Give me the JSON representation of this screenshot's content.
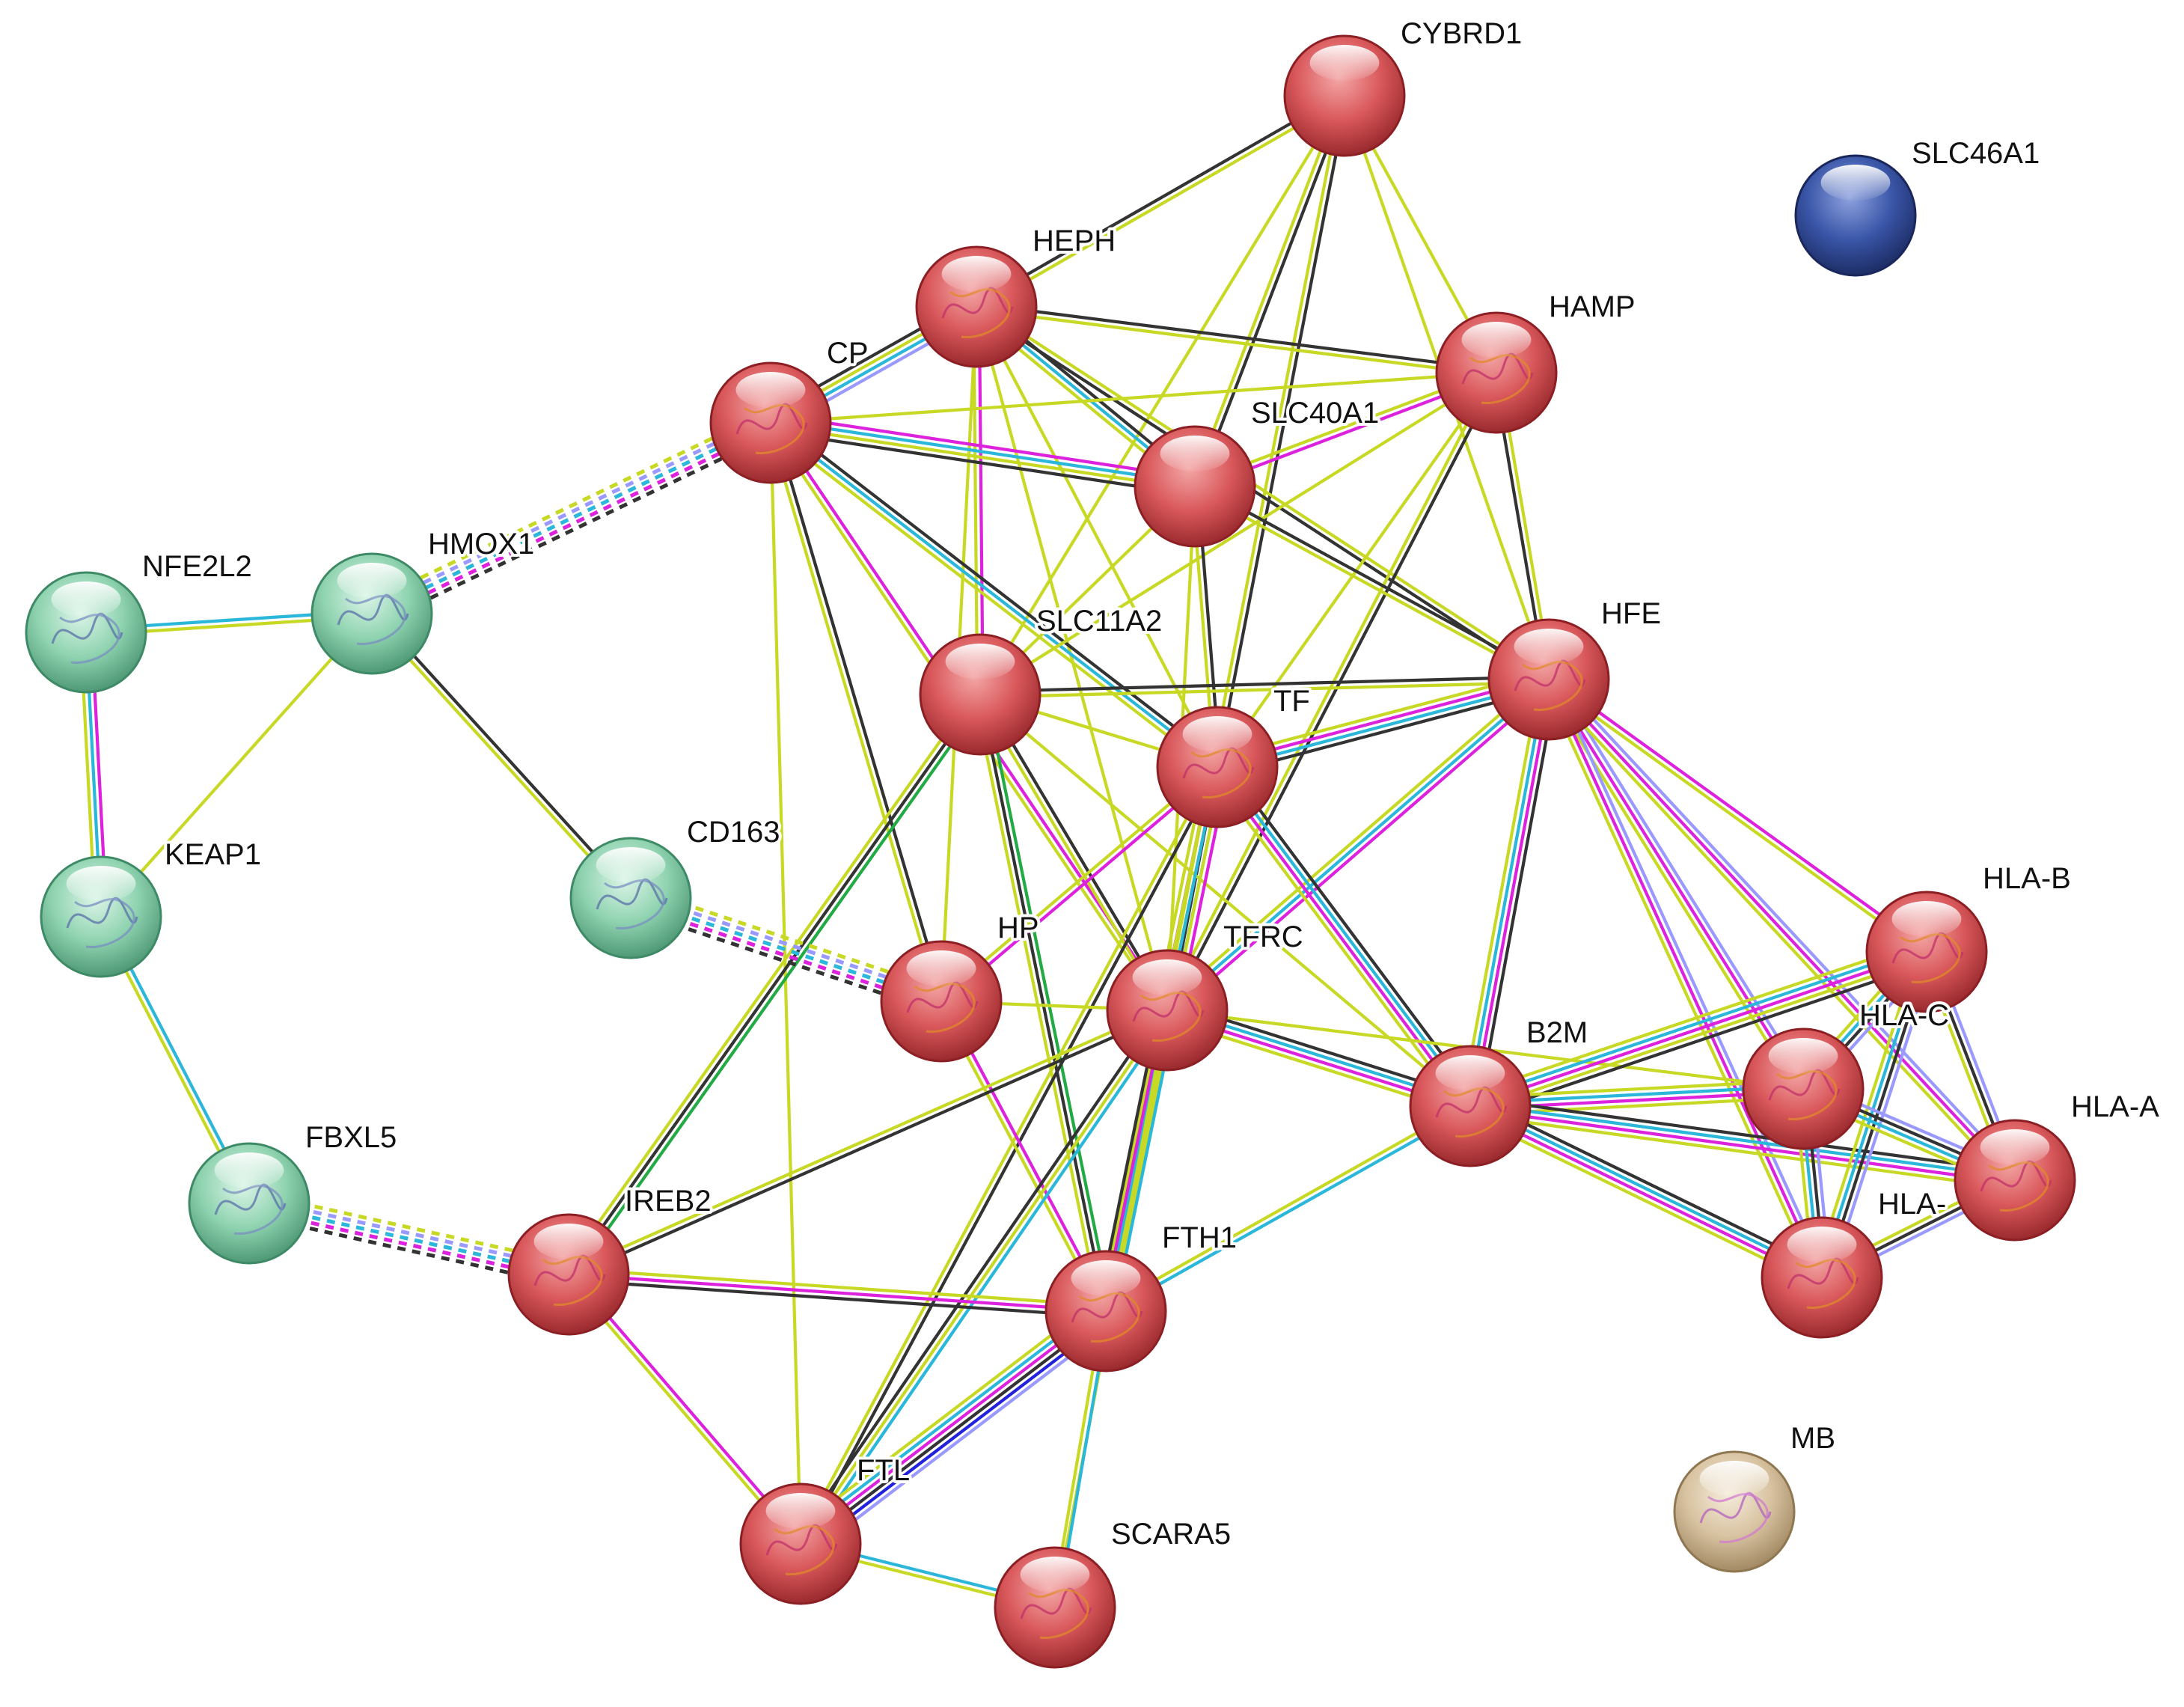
{
  "network": {
    "cluster_colors": {
      "red": "#d9585b",
      "green": "#8fd3b0",
      "blue": "#2e4690",
      "tan": "#d8c3a1"
    },
    "edge_colors": {
      "textmining": "#c7d925",
      "coexpression": "#333333",
      "experiments": "#dd22dd",
      "databases": "#2ab7d9",
      "homology": "#9999ff",
      "gene_fusion": "#2222dd",
      "neighborhood": "#22aa44"
    },
    "nodes": [
      {
        "id": "CYBRD1",
        "label": "CYBRD1",
        "color": "red",
        "structure": false
      },
      {
        "id": "SLC46A1",
        "label": "SLC46A1",
        "color": "blue",
        "structure": false
      },
      {
        "id": "HEPH",
        "label": "HEPH",
        "color": "red",
        "structure": true
      },
      {
        "id": "HAMP",
        "label": "HAMP",
        "color": "red",
        "structure": true
      },
      {
        "id": "CP",
        "label": "CP",
        "color": "red",
        "structure": true
      },
      {
        "id": "SLC40A1",
        "label": "SLC40A1",
        "color": "red",
        "structure": false
      },
      {
        "id": "NFE2L2",
        "label": "NFE2L2",
        "color": "green",
        "structure": true
      },
      {
        "id": "HMOX1",
        "label": "HMOX1",
        "color": "green",
        "structure": true
      },
      {
        "id": "HFE",
        "label": "HFE",
        "color": "red",
        "structure": true
      },
      {
        "id": "SLC11A2",
        "label": "SLC11A2",
        "color": "red",
        "structure": false
      },
      {
        "id": "TF",
        "label": "TF",
        "color": "red",
        "structure": true
      },
      {
        "id": "KEAP1",
        "label": "KEAP1",
        "color": "green",
        "structure": true
      },
      {
        "id": "CD163",
        "label": "CD163",
        "color": "green",
        "structure": true
      },
      {
        "id": "HLA-B",
        "label": "HLA-B",
        "color": "red",
        "structure": true
      },
      {
        "id": "HP",
        "label": "HP",
        "color": "red",
        "structure": true
      },
      {
        "id": "TFRC",
        "label": "TFRC",
        "color": "red",
        "structure": true
      },
      {
        "id": "HLA-C",
        "label": "HLA-C",
        "color": "red",
        "structure": true
      },
      {
        "id": "B2M",
        "label": "B2M",
        "color": "red",
        "structure": true
      },
      {
        "id": "HLA-A",
        "label": "HLA-A",
        "color": "red",
        "structure": true
      },
      {
        "id": "FBXL5",
        "label": "FBXL5",
        "color": "green",
        "structure": true
      },
      {
        "id": "IREB2",
        "label": "IREB2",
        "color": "red",
        "structure": true
      },
      {
        "id": "FTH1",
        "label": "FTH1",
        "color": "red",
        "structure": true
      },
      {
        "id": "HLA-x",
        "label": "HLA-",
        "color": "red",
        "structure": true
      },
      {
        "id": "MB",
        "label": "MB",
        "color": "tan",
        "structure": true
      },
      {
        "id": "FTL",
        "label": "FTL",
        "color": "red",
        "structure": true
      },
      {
        "id": "SCARA5",
        "label": "SCARA5",
        "color": "red",
        "structure": true
      }
    ],
    "edges": [
      {
        "source": "CYBRD1",
        "target": "HEPH",
        "types": [
          "textmining",
          "coexpression"
        ]
      },
      {
        "source": "CYBRD1",
        "target": "SLC40A1",
        "types": [
          "coexpression",
          "textmining"
        ]
      },
      {
        "source": "CYBRD1",
        "target": "HAMP",
        "types": [
          "textmining"
        ]
      },
      {
        "source": "CYBRD1",
        "target": "HFE",
        "types": [
          "textmining"
        ]
      },
      {
        "source": "CYBRD1",
        "target": "TFRC",
        "types": [
          "coexpression",
          "textmining"
        ]
      },
      {
        "source": "CYBRD1",
        "target": "SLC11A2",
        "types": [
          "textmining"
        ]
      },
      {
        "source": "HEPH",
        "target": "CP",
        "types": [
          "homology",
          "databases",
          "textmining",
          "coexpression"
        ]
      },
      {
        "source": "HEPH",
        "target": "HAMP",
        "types": [
          "coexpression",
          "textmining"
        ]
      },
      {
        "source": "HEPH",
        "target": "SLC40A1",
        "types": [
          "coexpression",
          "databases",
          "textmining"
        ]
      },
      {
        "source": "HEPH",
        "target": "HFE",
        "types": [
          "textmining",
          "coexpression"
        ]
      },
      {
        "source": "HEPH",
        "target": "SLC11A2",
        "types": [
          "experiments",
          "textmining"
        ]
      },
      {
        "source": "HEPH",
        "target": "TF",
        "types": [
          "textmining"
        ]
      },
      {
        "source": "HEPH",
        "target": "TFRC",
        "types": [
          "textmining"
        ]
      },
      {
        "source": "HEPH",
        "target": "HP",
        "types": [
          "textmining"
        ]
      },
      {
        "source": "CP",
        "target": "HAMP",
        "types": [
          "textmining"
        ]
      },
      {
        "source": "CP",
        "target": "SLC40A1",
        "types": [
          "experiments",
          "databases",
          "textmining",
          "coexpression"
        ]
      },
      {
        "source": "CP",
        "target": "TF",
        "types": [
          "coexpression",
          "databases",
          "textmining"
        ]
      },
      {
        "source": "CP",
        "target": "TFRC",
        "types": [
          "experiments",
          "textmining"
        ]
      },
      {
        "source": "CP",
        "target": "HP",
        "types": [
          "coexpression",
          "textmining"
        ]
      },
      {
        "source": "CP",
        "target": "FTL",
        "types": [
          "textmining"
        ]
      },
      {
        "source": "CP",
        "target": "HMOX1",
        "types": [
          "coexpression",
          "experiments",
          "databases",
          "homology",
          "textmining"
        ],
        "dashed": true
      },
      {
        "source": "HAMP",
        "target": "SLC40A1",
        "types": [
          "experiments",
          "textmining"
        ]
      },
      {
        "source": "HAMP",
        "target": "HFE",
        "types": [
          "textmining",
          "coexpression"
        ]
      },
      {
        "source": "HAMP",
        "target": "TF",
        "types": [
          "textmining"
        ]
      },
      {
        "source": "HAMP",
        "target": "TFRC",
        "types": [
          "coexpression",
          "textmining"
        ]
      },
      {
        "source": "HAMP",
        "target": "SLC11A2",
        "types": [
          "textmining"
        ]
      },
      {
        "source": "SLC40A1",
        "target": "HFE",
        "types": [
          "coexpression",
          "textmining"
        ]
      },
      {
        "source": "SLC40A1",
        "target": "TF",
        "types": [
          "coexpression",
          "textmining"
        ]
      },
      {
        "source": "SLC40A1",
        "target": "TFRC",
        "types": [
          "textmining"
        ]
      },
      {
        "source": "SLC40A1",
        "target": "SLC11A2",
        "types": [
          "textmining"
        ]
      },
      {
        "source": "SLC11A2",
        "target": "HFE",
        "types": [
          "coexpression",
          "textmining"
        ]
      },
      {
        "source": "SLC11A2",
        "target": "TF",
        "types": [
          "textmining"
        ]
      },
      {
        "source": "SLC11A2",
        "target": "TFRC",
        "types": [
          "coexpression",
          "textmining"
        ]
      },
      {
        "source": "SLC11A2",
        "target": "FTH1",
        "types": [
          "neighborhood",
          "coexpression",
          "textmining"
        ]
      },
      {
        "source": "SLC11A2",
        "target": "IREB2",
        "types": [
          "neighborhood",
          "coexpression",
          "textmining"
        ]
      },
      {
        "source": "SLC11A2",
        "target": "B2M",
        "types": [
          "textmining"
        ]
      },
      {
        "source": "HFE",
        "target": "TF",
        "types": [
          "coexpression",
          "databases",
          "experiments",
          "textmining"
        ]
      },
      {
        "source": "HFE",
        "target": "TFRC",
        "types": [
          "experiments",
          "databases",
          "textmining"
        ]
      },
      {
        "source": "HFE",
        "target": "B2M",
        "types": [
          "coexpression",
          "experiments",
          "databases",
          "textmining"
        ]
      },
      {
        "source": "HFE",
        "target": "HLA-B",
        "types": [
          "experiments",
          "textmining"
        ]
      },
      {
        "source": "HFE",
        "target": "HLA-C",
        "types": [
          "homology",
          "experiments",
          "textmining"
        ]
      },
      {
        "source": "HFE",
        "target": "HLA-A",
        "types": [
          "homology",
          "experiments",
          "textmining"
        ]
      },
      {
        "source": "HFE",
        "target": "HLA-x",
        "types": [
          "homology",
          "experiments",
          "textmining"
        ]
      },
      {
        "source": "TF",
        "target": "TFRC",
        "types": [
          "experiments",
          "databases",
          "textmining",
          "experiments",
          "textmining"
        ]
      },
      {
        "source": "TF",
        "target": "B2M",
        "types": [
          "coexpression",
          "databases",
          "experiments",
          "textmining"
        ]
      },
      {
        "source": "TF",
        "target": "HP",
        "types": [
          "experiments",
          "textmining"
        ]
      },
      {
        "source": "TF",
        "target": "FTH1",
        "types": [
          "textmining",
          "databases",
          "textmining"
        ]
      },
      {
        "source": "TF",
        "target": "FTL",
        "types": [
          "coexpression",
          "textmining"
        ]
      },
      {
        "source": "HP",
        "target": "TFRC",
        "types": [
          "textmining"
        ]
      },
      {
        "source": "HP",
        "target": "FTH1",
        "types": [
          "experiments",
          "textmining"
        ]
      },
      {
        "source": "HP",
        "target": "CD163",
        "types": [
          "coexpression",
          "experiments",
          "databases",
          "homology",
          "textmining"
        ],
        "dashed": true
      },
      {
        "source": "TFRC",
        "target": "B2M",
        "types": [
          "coexpression",
          "databases",
          "experiments",
          "textmining"
        ]
      },
      {
        "source": "TFRC",
        "target": "FTH1",
        "types": [
          "databases",
          "textmining",
          "experiments",
          "coexpression"
        ]
      },
      {
        "source": "TFRC",
        "target": "FTL",
        "types": [
          "databases",
          "textmining",
          "coexpression"
        ]
      },
      {
        "source": "TFRC",
        "target": "IREB2",
        "types": [
          "coexpression",
          "textmining"
        ]
      },
      {
        "source": "TFRC",
        "target": "SCARA5",
        "types": [
          "textmining"
        ]
      },
      {
        "source": "TFRC",
        "target": "HLA-C",
        "types": [
          "textmining"
        ]
      },
      {
        "source": "B2M",
        "target": "HLA-B",
        "types": [
          "textmining",
          "databases",
          "experiments",
          "textmining",
          "coexpression"
        ]
      },
      {
        "source": "B2M",
        "target": "HLA-C",
        "types": [
          "textmining",
          "databases",
          "experiments",
          "textmining"
        ]
      },
      {
        "source": "B2M",
        "target": "HLA-A",
        "types": [
          "coexpression",
          "databases",
          "experiments",
          "textmining"
        ]
      },
      {
        "source": "B2M",
        "target": "HLA-x",
        "types": [
          "coexpression",
          "databases",
          "experiments",
          "textmining"
        ]
      },
      {
        "source": "B2M",
        "target": "FTH1",
        "types": [
          "databases",
          "textmining"
        ]
      },
      {
        "source": "HLA-B",
        "target": "HLA-C",
        "types": [
          "homology",
          "coexpression",
          "databases",
          "textmining"
        ]
      },
      {
        "source": "HLA-B",
        "target": "HLA-A",
        "types": [
          "homology",
          "coexpression",
          "textmining"
        ]
      },
      {
        "source": "HLA-B",
        "target": "HLA-x",
        "types": [
          "homology",
          "coexpression",
          "databases",
          "textmining"
        ]
      },
      {
        "source": "HLA-C",
        "target": "HLA-A",
        "types": [
          "homology",
          "coexpression",
          "databases",
          "textmining"
        ]
      },
      {
        "source": "HLA-C",
        "target": "HLA-x",
        "types": [
          "homology",
          "coexpression",
          "databases",
          "textmining"
        ]
      },
      {
        "source": "HLA-A",
        "target": "HLA-x",
        "types": [
          "homology",
          "coexpression",
          "textmining"
        ]
      },
      {
        "source": "FTH1",
        "target": "FTL",
        "types": [
          "homology",
          "gene_fusion",
          "coexpression",
          "experiments",
          "databases",
          "textmining"
        ]
      },
      {
        "source": "FTH1",
        "target": "IREB2",
        "types": [
          "coexpression",
          "experiments",
          "textmining"
        ]
      },
      {
        "source": "FTH1",
        "target": "SCARA5",
        "types": [
          "databases",
          "textmining"
        ]
      },
      {
        "source": "IREB2",
        "target": "FTL",
        "types": [
          "experiments",
          "textmining"
        ]
      },
      {
        "source": "IREB2",
        "target": "FBXL5",
        "types": [
          "coexpression",
          "experiments",
          "databases",
          "homology",
          "textmining"
        ],
        "dashed": true
      },
      {
        "source": "FTL",
        "target": "SCARA5",
        "types": [
          "databases",
          "textmining"
        ]
      },
      {
        "source": "NFE2L2",
        "target": "HMOX1",
        "types": [
          "databases",
          "textmining"
        ]
      },
      {
        "source": "NFE2L2",
        "target": "KEAP1",
        "types": [
          "experiments",
          "databases",
          "textmining"
        ]
      },
      {
        "source": "HMOX1",
        "target": "KEAP1",
        "types": [
          "textmining"
        ]
      },
      {
        "source": "HMOX1",
        "target": "CD163",
        "types": [
          "coexpression",
          "textmining"
        ]
      },
      {
        "source": "KEAP1",
        "target": "FBXL5",
        "types": [
          "databases",
          "textmining"
        ]
      }
    ]
  }
}
